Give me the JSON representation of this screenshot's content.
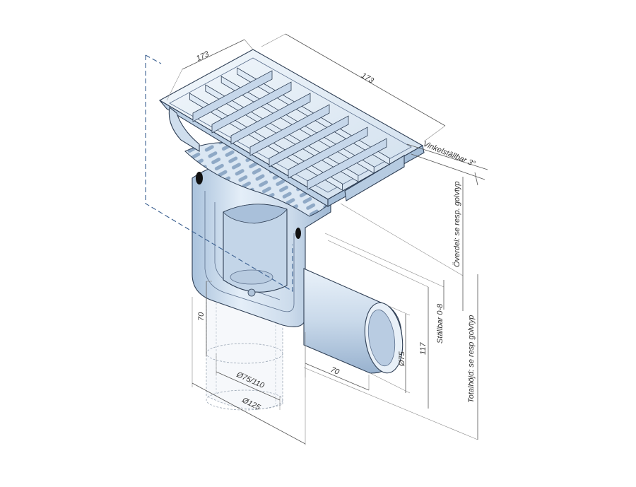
{
  "labels": {
    "grate_width": "173",
    "grate_length": "173",
    "tilt": "Vinkelställbar 3°",
    "top_part": "Överdel: se resp. golvtyp",
    "adjustable": "Ställbar 0-8",
    "total_height": "Totalhöjd: se resp golvtyp",
    "outlet_diameter": "Ø75",
    "outlet_height": "117",
    "outlet_length": "70",
    "bottom_height": "70",
    "bottom_outlet_diameter": "Ø75/110",
    "body_diameter": "Ø125"
  },
  "colors": {
    "body_fill": "#d9e6f3",
    "body_light": "#eef4fa",
    "body_dark": "#a9c2dc",
    "outline": "#2f3f55",
    "dashed": "#3a5f8f",
    "seal": "#111111"
  }
}
